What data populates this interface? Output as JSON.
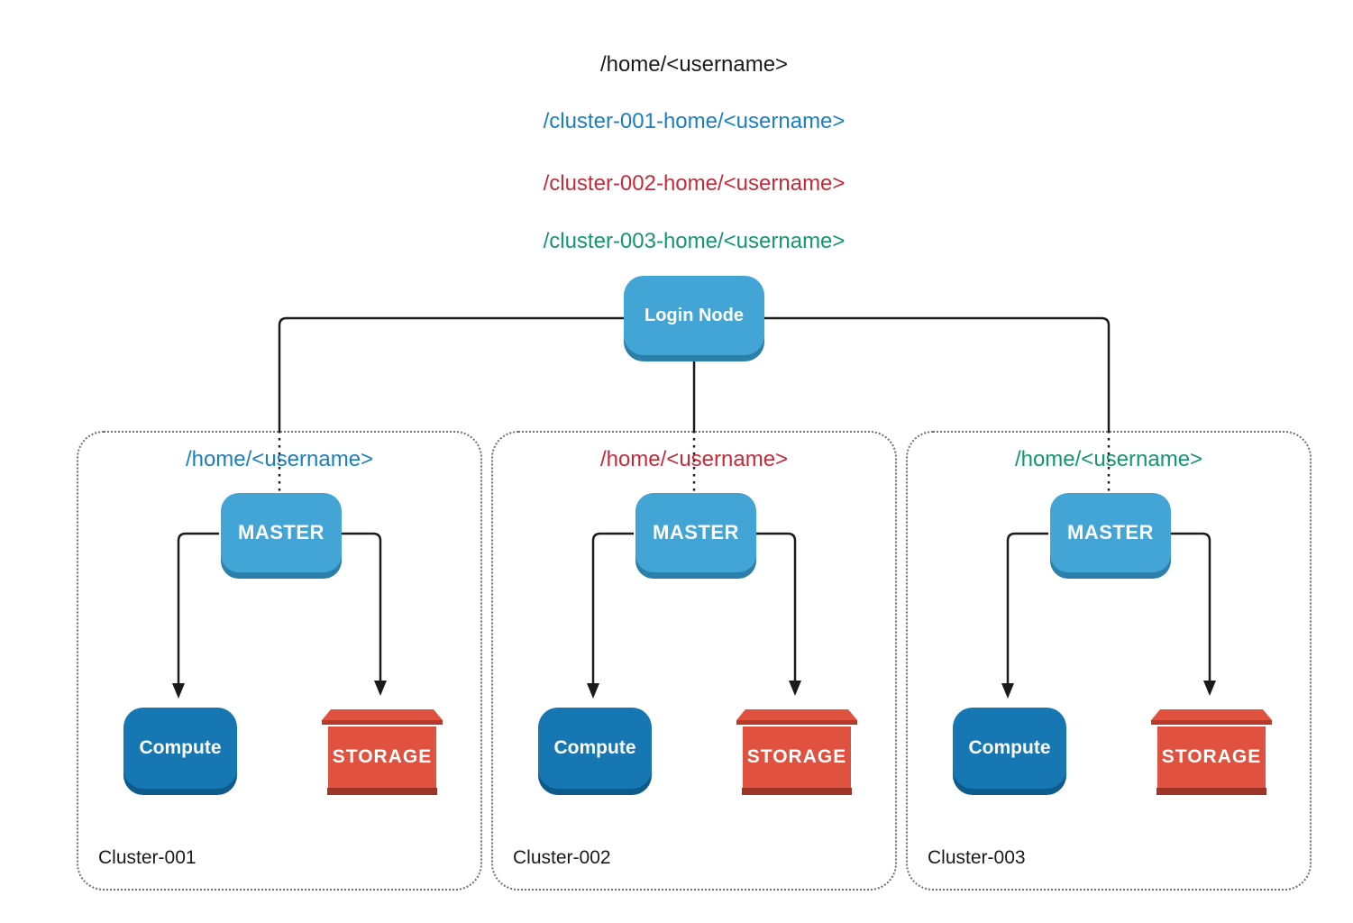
{
  "header": {
    "paths": [
      {
        "text": "/home/<username>",
        "color": "#1a1a1a"
      },
      {
        "text": "/cluster-001-home/<username>",
        "color": "#1A7FC1"
      },
      {
        "text": "/cluster-002-home/<username>",
        "color": "#C62A38"
      },
      {
        "text": "/cluster-003-home/<username>",
        "color": "#129770"
      }
    ]
  },
  "login_node": {
    "label": "Login Node"
  },
  "clusters": [
    {
      "name": "Cluster-001",
      "home_label": "/home/<username>",
      "accent": "#1A7FC1",
      "master_label": "MASTER",
      "compute_label": "Compute",
      "storage_label": "STORAGE"
    },
    {
      "name": "Cluster-002",
      "home_label": "/home/<username>",
      "accent": "#C62A38",
      "master_label": "MASTER",
      "compute_label": "Compute",
      "storage_label": "STORAGE"
    },
    {
      "name": "Cluster-003",
      "home_label": "/home/<username>",
      "accent": "#129770",
      "master_label": "MASTER",
      "compute_label": "Compute",
      "storage_label": "STORAGE"
    }
  ],
  "colors": {
    "node-blue": "#42A5D6",
    "node-blue-shadow": "#2C7FA8",
    "compute-blue": "#1777B3",
    "compute-blue-shadow": "#0E5A8A",
    "storage-red": "#E0523F",
    "storage-red-dark": "#B23B2C",
    "storage-red-base": "#9E3428",
    "connector-line": "#1a1a1a",
    "cluster-border": "#6f6f6f"
  }
}
